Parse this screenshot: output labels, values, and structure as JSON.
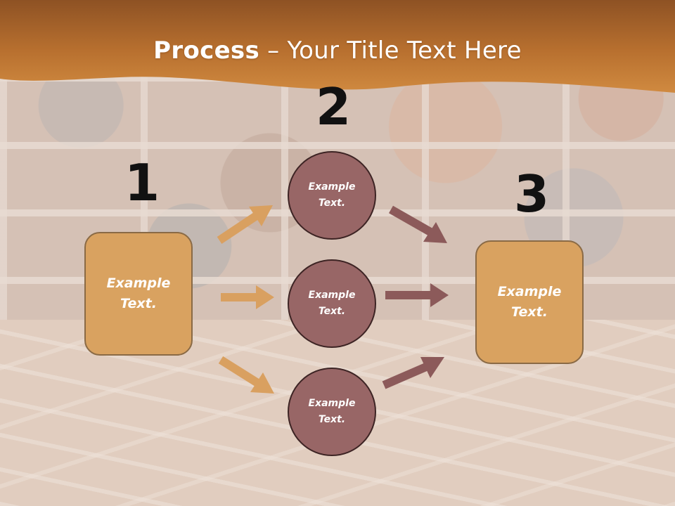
{
  "title": {
    "bold": "Process",
    "rest": " – Your Title Text Here"
  },
  "numbers": [
    "1",
    "2",
    "3"
  ],
  "left_box": {
    "text": "Example\nText."
  },
  "right_box": {
    "text": "Example\nText."
  },
  "circles": [
    {
      "text": "Example\nText."
    },
    {
      "text": "Example\nText."
    },
    {
      "text": "Example\nText."
    }
  ],
  "colors": {
    "title_band": "#c07a35",
    "box_fill": "#d9a260",
    "circle_fill": "#986666",
    "left_arrow": "#d9a060",
    "right_arrow": "#8c5a5a"
  }
}
